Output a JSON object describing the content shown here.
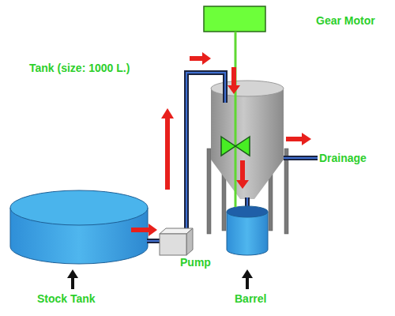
{
  "diagram": {
    "labels": [
      "Gear Motor",
      "Tank (size: 1000 L.)",
      "Drainage",
      "Pump",
      "Stock Tank",
      "Barrel"
    ]
  }
}
